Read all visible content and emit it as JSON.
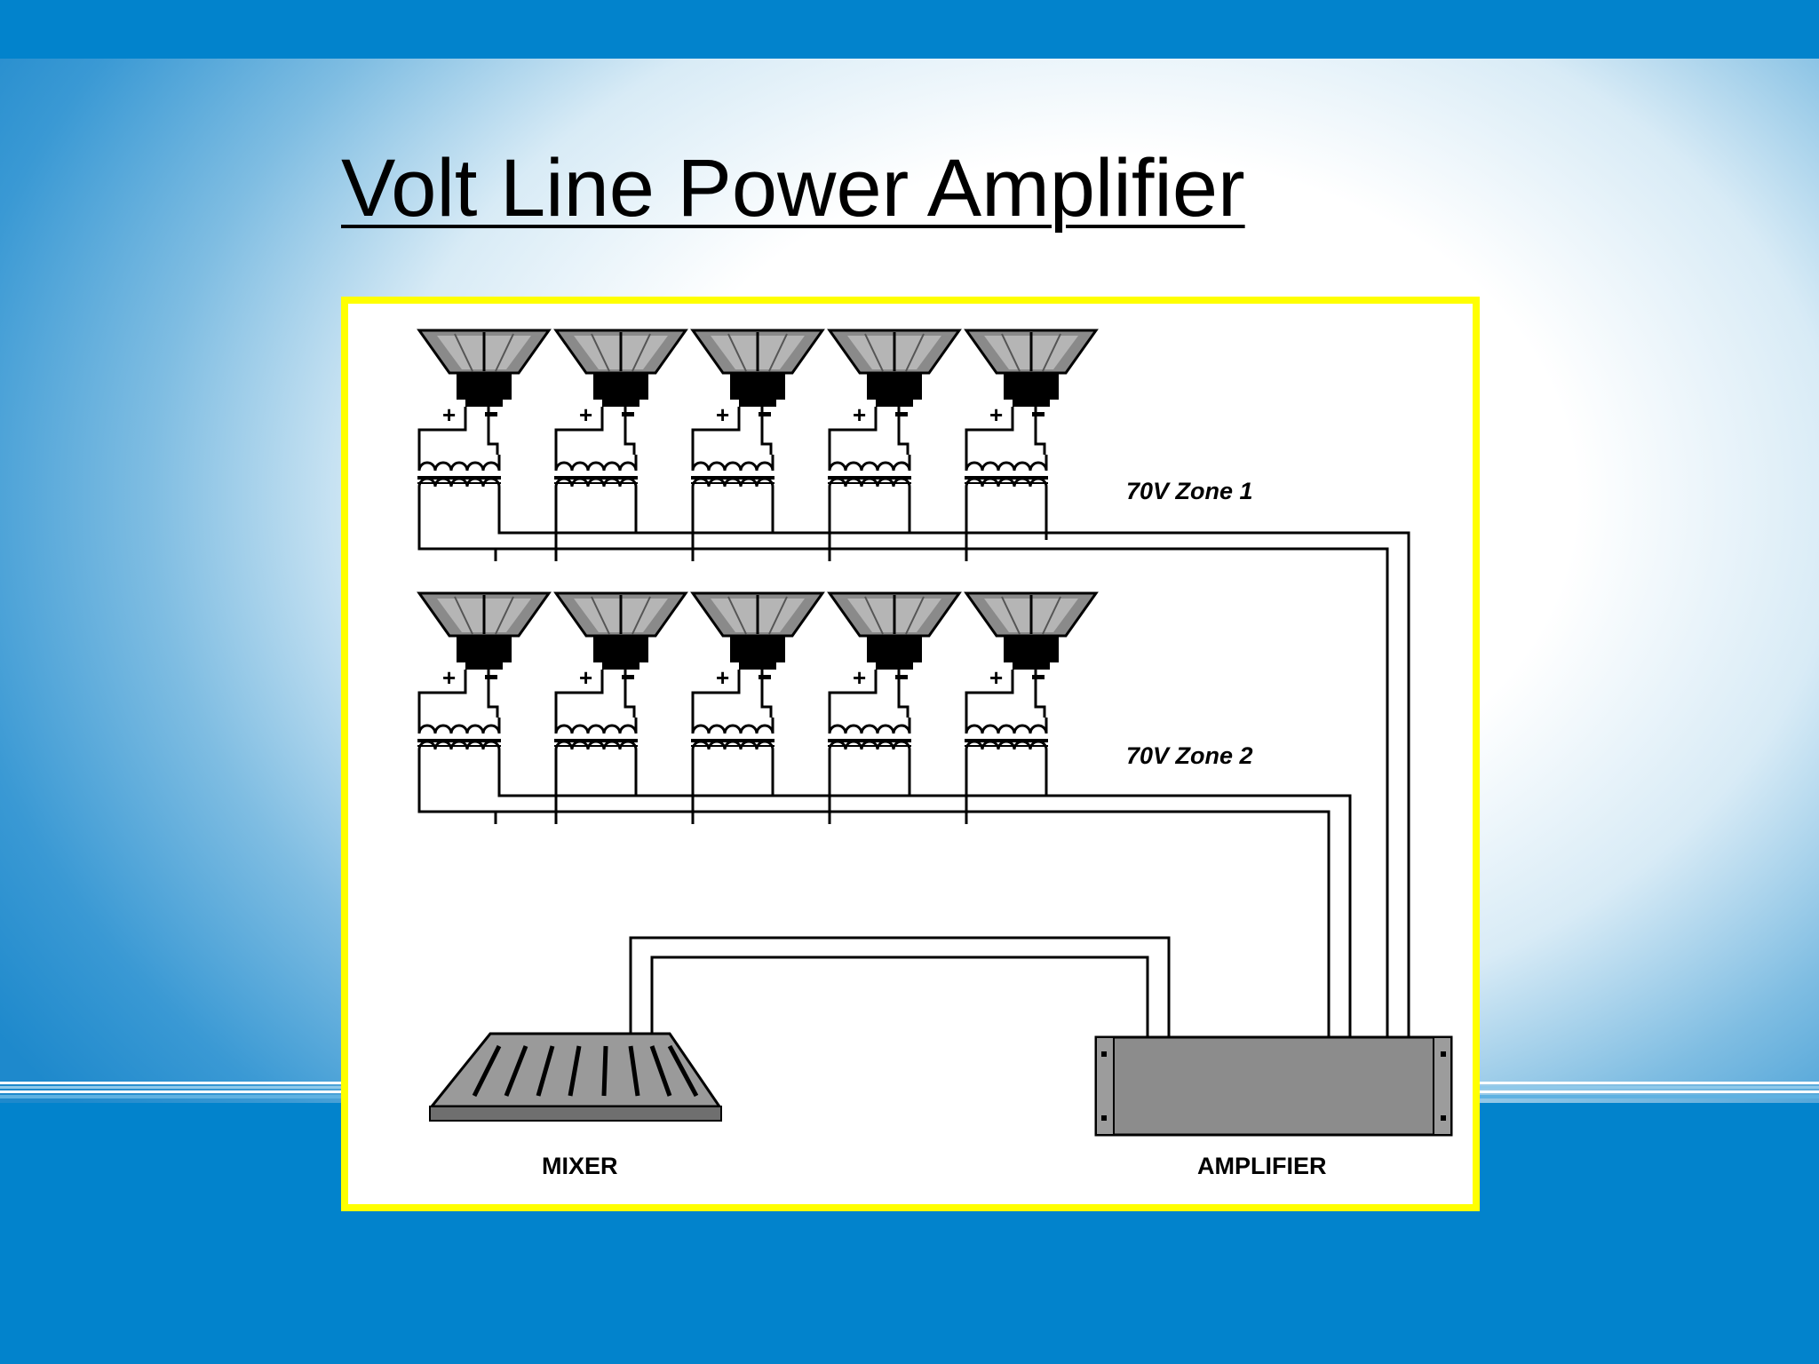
{
  "slide": {
    "title": "Volt Line Power Amplifier"
  },
  "diagram": {
    "zones": [
      {
        "label": "70V Zone 1",
        "speaker_count": 5
      },
      {
        "label": "70V Zone 2",
        "speaker_count": 5
      }
    ],
    "mixer_label": "MIXER",
    "amplifier_label": "AMPLIFIER",
    "speaker_terminals": [
      "+",
      "-"
    ],
    "border_color": "#ffff00",
    "background_band_color": "#0283cc"
  }
}
